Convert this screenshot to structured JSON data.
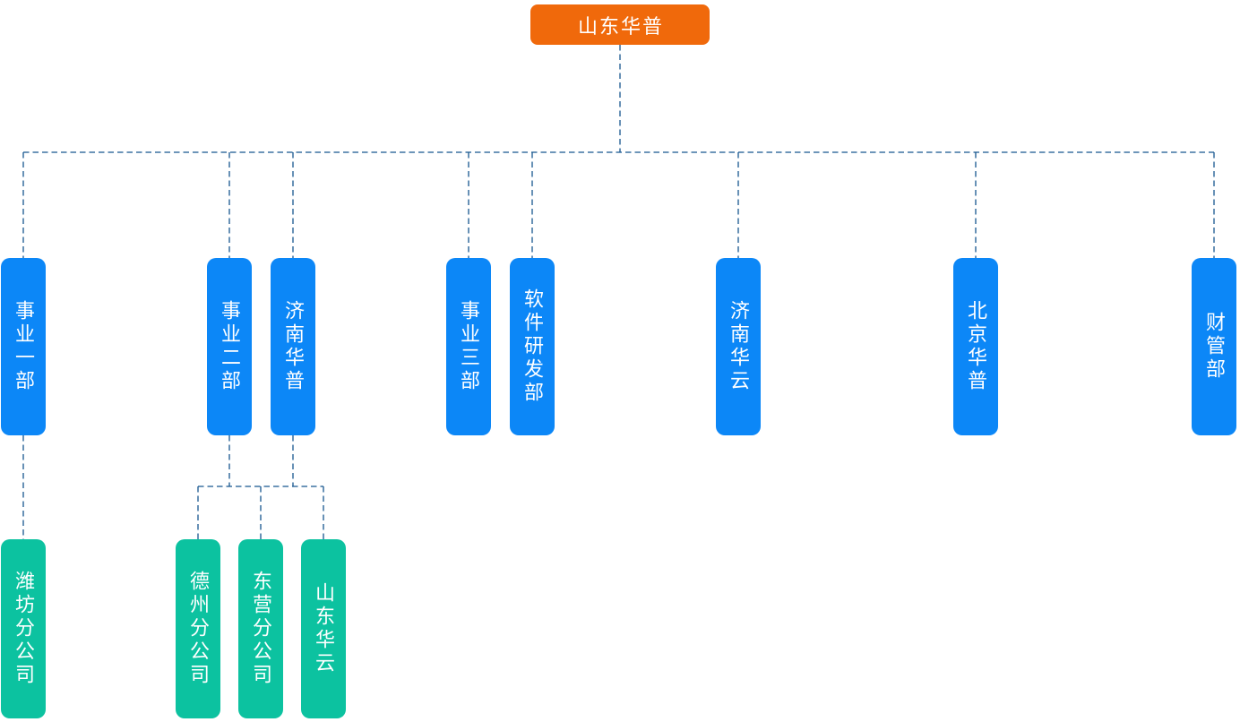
{
  "chart": {
    "type": "org-chart",
    "root": {
      "label": "山东华普"
    },
    "departments": [
      {
        "label": "事业一部"
      },
      {
        "label": "事业二部"
      },
      {
        "label": "济南华普"
      },
      {
        "label": "事业三部"
      },
      {
        "label": "软件研发部"
      },
      {
        "label": "济南华云"
      },
      {
        "label": "北京华普"
      },
      {
        "label": "财管部"
      }
    ],
    "branches": [
      {
        "label": "潍坊分公司"
      },
      {
        "label": "德州分公司"
      },
      {
        "label": "东营分公司"
      },
      {
        "label": "山东华云"
      }
    ],
    "colors": {
      "root": "#F0690B",
      "department": "#0C87F7",
      "branch": "#0CC2A0",
      "connector": "#16568F",
      "node_text": "#FFFFFF",
      "page": "#FFFFFF"
    }
  }
}
